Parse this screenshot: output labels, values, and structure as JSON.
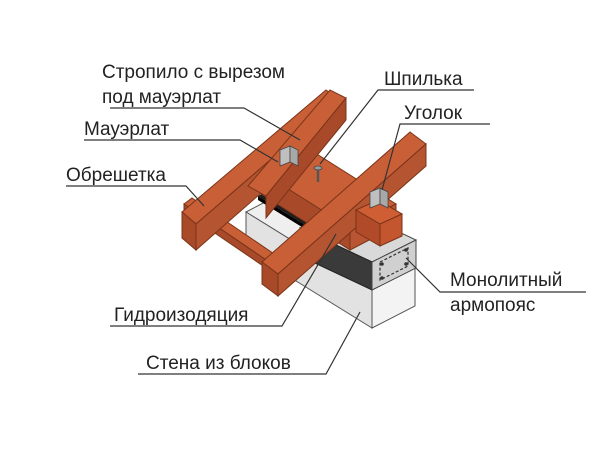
{
  "labels": {
    "rafter_line1": "Стропило с вырезом",
    "rafter_line2": "под мауэрлат",
    "mauerlat": "Мауэрлат",
    "lathing": "Обрешетка",
    "stud": "Шпилька",
    "angle": "Уголок",
    "belt_line1": "Монолитный",
    "belt_line2": "армопояс",
    "waterproofing": "Гидроизодяция",
    "wall": "Стена из блоков"
  },
  "colors": {
    "wood": "#c95f37",
    "wood_dark": "#a84a2a",
    "wood_edge": "#7a3418",
    "concrete_top": "#e6e6e6",
    "concrete_front": "#d9d9d9",
    "concrete_side": "#3a3a3a",
    "block_light": "#efefef",
    "block_dark": "#8f8f8f",
    "membrane": "#1c1c1c",
    "metal": "#bfbfbf"
  }
}
